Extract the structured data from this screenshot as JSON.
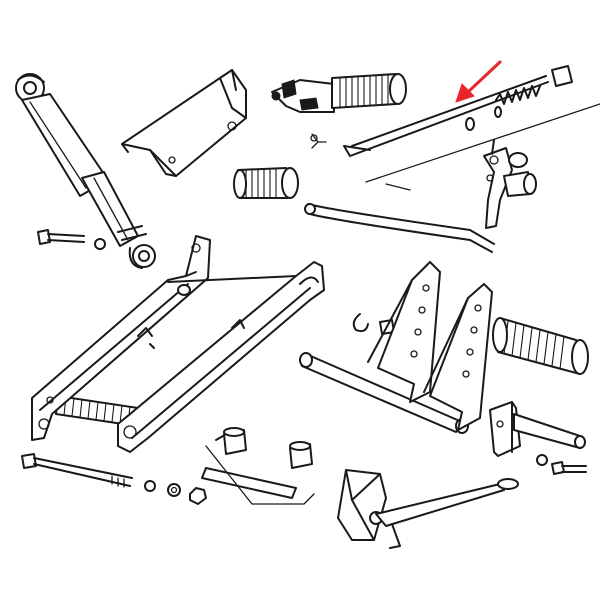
{
  "diagram": {
    "kind": "exploded-parts-drawing",
    "ink_color": "#1a1a1a",
    "background_color": "#ffffff",
    "highlight_color": "#e8262b"
  },
  "parts": [
    {
      "id": "shock-absorber",
      "icon": "shock-absorber-icon"
    },
    {
      "id": "chain-guard",
      "icon": "chain-guard-icon"
    },
    {
      "id": "handgrip-throttle",
      "icon": "throttle-grip-icon"
    },
    {
      "id": "control-rod-spring",
      "icon": "rod-spring-icon"
    },
    {
      "id": "small-bushing",
      "icon": "bushing-icon"
    },
    {
      "id": "rubber-roller",
      "icon": "roller-icon"
    },
    {
      "id": "brake-pedal-lever",
      "icon": "pedal-lever-icon"
    },
    {
      "id": "swing-arm",
      "icon": "swing-arm-icon"
    },
    {
      "id": "footrest-bracket",
      "icon": "footrest-bracket-icon"
    },
    {
      "id": "footrest-rubber",
      "icon": "footrest-rubber-icon"
    },
    {
      "id": "pivot-bushes",
      "icon": "pivot-bush-icon"
    },
    {
      "id": "side-stand",
      "icon": "side-stand-icon"
    },
    {
      "id": "bolts-nuts-washers",
      "icon": "fastener-icon"
    }
  ]
}
